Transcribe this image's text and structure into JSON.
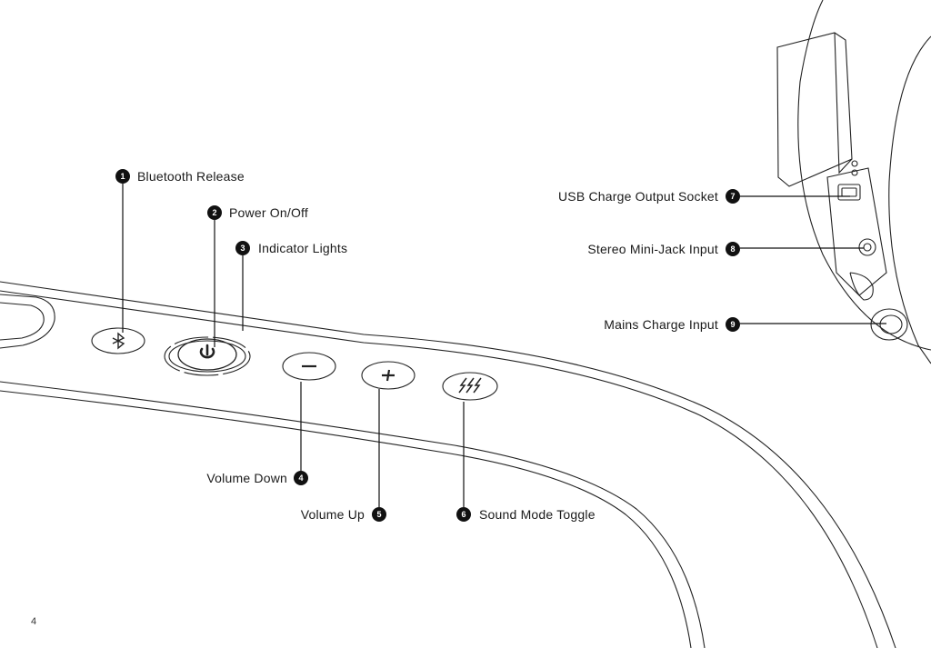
{
  "callouts": [
    {
      "number": "1",
      "label": "Bluetooth Release"
    },
    {
      "number": "2",
      "label": "Power On/Off"
    },
    {
      "number": "3",
      "label": "Indicator Lights"
    },
    {
      "number": "4",
      "label": "Volume Down"
    },
    {
      "number": "5",
      "label": "Volume Up"
    },
    {
      "number": "6",
      "label": "Sound Mode Toggle"
    },
    {
      "number": "7",
      "label": "USB Charge Output Socket"
    },
    {
      "number": "8",
      "label": "Stereo Mini-Jack Input"
    },
    {
      "number": "9",
      "label": "Mains Charge Input"
    }
  ],
  "buttons": {
    "bluetooth_icon": "bluetooth-icon",
    "power_icon": "power-icon",
    "volume_down_glyph": "–",
    "volume_up_glyph": "+",
    "sound_mode_icon": "sound-mode-icon"
  },
  "page_number": "4",
  "colors": {
    "line": "#1a1a1a",
    "badge": "#111111",
    "background": "#ffffff"
  }
}
